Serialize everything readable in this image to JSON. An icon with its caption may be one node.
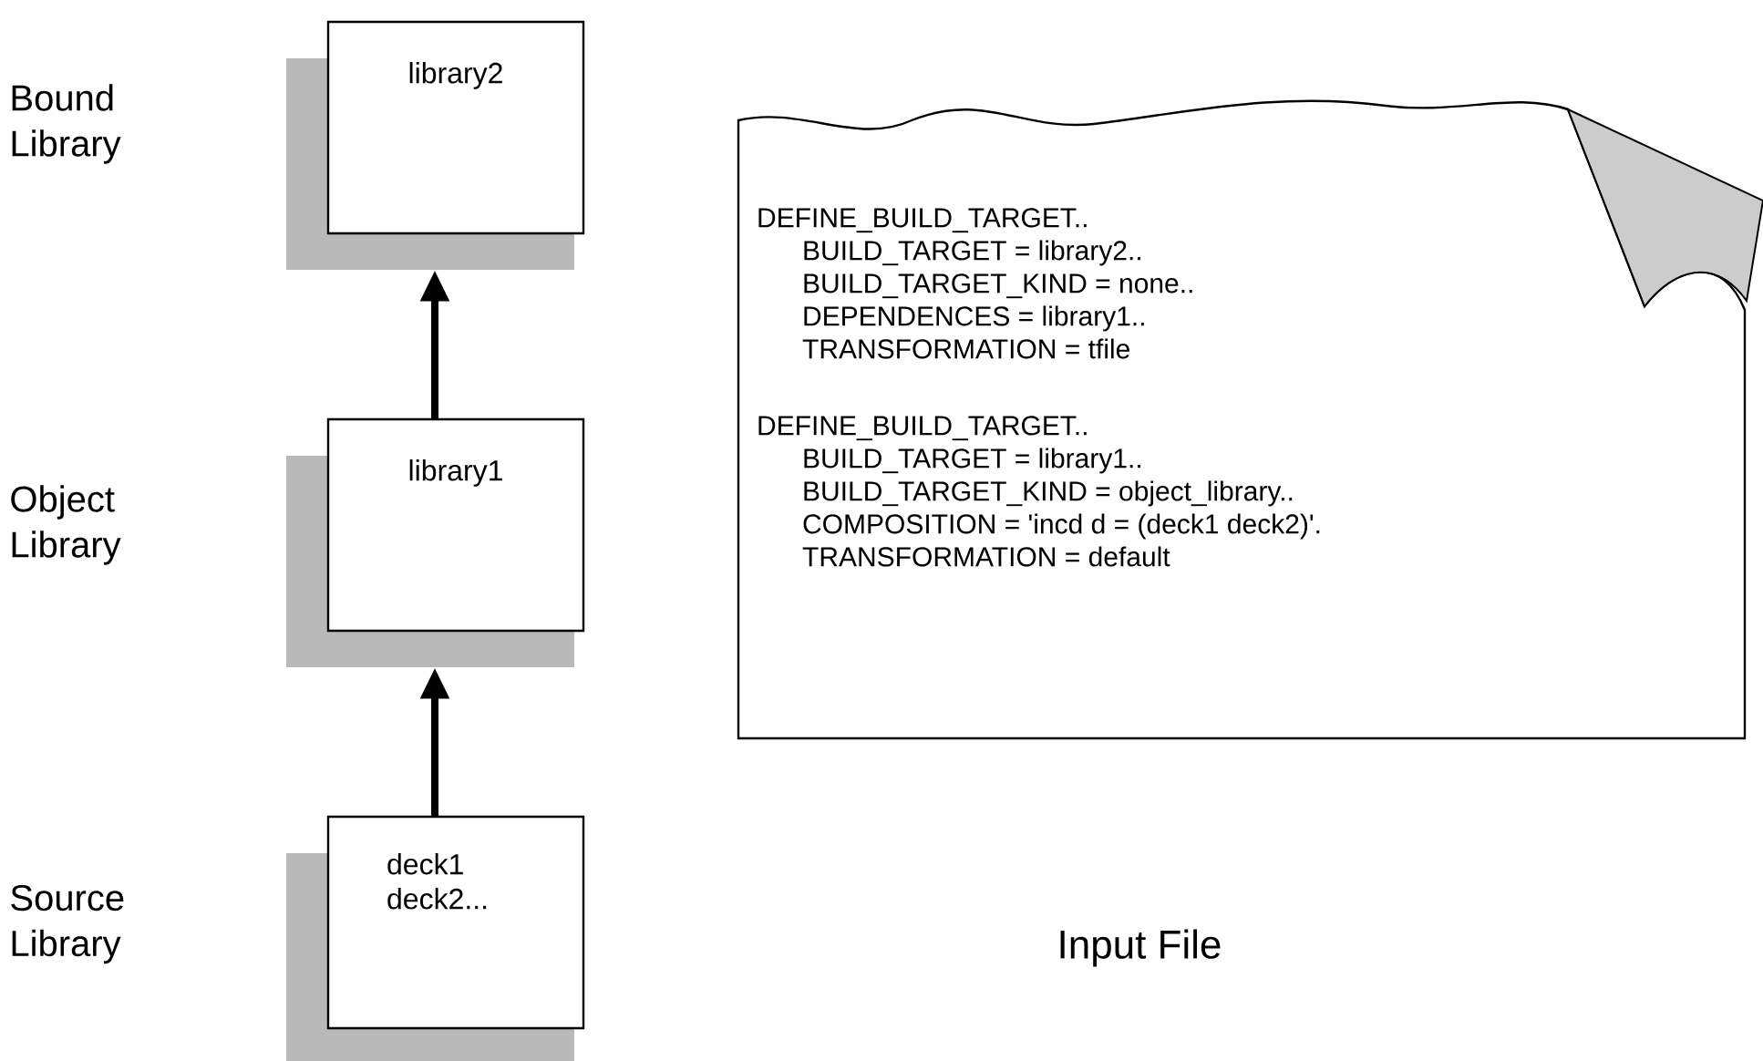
{
  "diagram": {
    "nodes": [
      {
        "text": [
          "library2"
        ]
      },
      {
        "text": [
          "library1"
        ]
      },
      {
        "text": [
          "deck1 deck2..."
        ]
      },
      {
        "text": [
          "DEFINE_BUILD_TARGET..",
          "BUILD_TARGET = library2..",
          "BUILD_TARGET_KIND = none..",
          "DEPENDENCES = library1..",
          "TRANSFORMATION = tfile",
          "DEFINE_BUILD_TARGET..",
          "BUILD_TARGET = library1..",
          "BUILD_TARGET_KIND = object_library..",
          "COMPOSITION = 'incd  d = (deck1 deck2)'.",
          "TRANSFORMATION = default"
        ]
      }
    ],
    "edges": [
      {
        "from": 1,
        "to": 0,
        "arrow": "to"
      },
      {
        "from": 2,
        "to": 1,
        "arrow": "to"
      }
    ],
    "labels": [
      "Bound Library",
      "Object Library",
      "Source Library",
      "Input File"
    ]
  }
}
